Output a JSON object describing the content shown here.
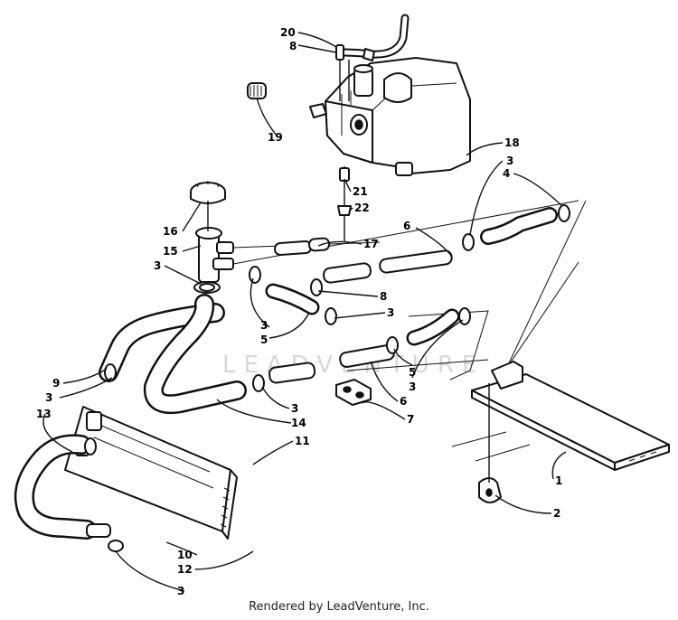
{
  "watermark": "LEADVENTURE",
  "footer": "Rendered by LeadVenture, Inc.",
  "callouts": [
    {
      "id": "c20",
      "text": "20"
    },
    {
      "id": "c8a",
      "text": "8"
    },
    {
      "id": "c19",
      "text": "19"
    },
    {
      "id": "c18",
      "text": "18"
    },
    {
      "id": "c21",
      "text": "21"
    },
    {
      "id": "c22",
      "text": "22"
    },
    {
      "id": "c16",
      "text": "16"
    },
    {
      "id": "c15",
      "text": "15"
    },
    {
      "id": "c17",
      "text": "17"
    },
    {
      "id": "c6a",
      "text": "6"
    },
    {
      "id": "c3a",
      "text": "3"
    },
    {
      "id": "c4",
      "text": "4"
    },
    {
      "id": "c3b",
      "text": "3"
    },
    {
      "id": "c8b",
      "text": "8"
    },
    {
      "id": "c3c",
      "text": "3"
    },
    {
      "id": "c5a",
      "text": "5"
    },
    {
      "id": "c3d",
      "text": "3"
    },
    {
      "id": "c5b",
      "text": "5"
    },
    {
      "id": "c3e",
      "text": "3"
    },
    {
      "id": "c9",
      "text": "9"
    },
    {
      "id": "c3f",
      "text": "3"
    },
    {
      "id": "c13",
      "text": "13"
    },
    {
      "id": "c3g",
      "text": "3"
    },
    {
      "id": "c14",
      "text": "14"
    },
    {
      "id": "c6b",
      "text": "6"
    },
    {
      "id": "c7",
      "text": "7"
    },
    {
      "id": "c11",
      "text": "11"
    },
    {
      "id": "c1",
      "text": "1"
    },
    {
      "id": "c2",
      "text": "2"
    },
    {
      "id": "c10",
      "text": "10"
    },
    {
      "id": "c12",
      "text": "12"
    },
    {
      "id": "c3h",
      "text": "3"
    }
  ]
}
